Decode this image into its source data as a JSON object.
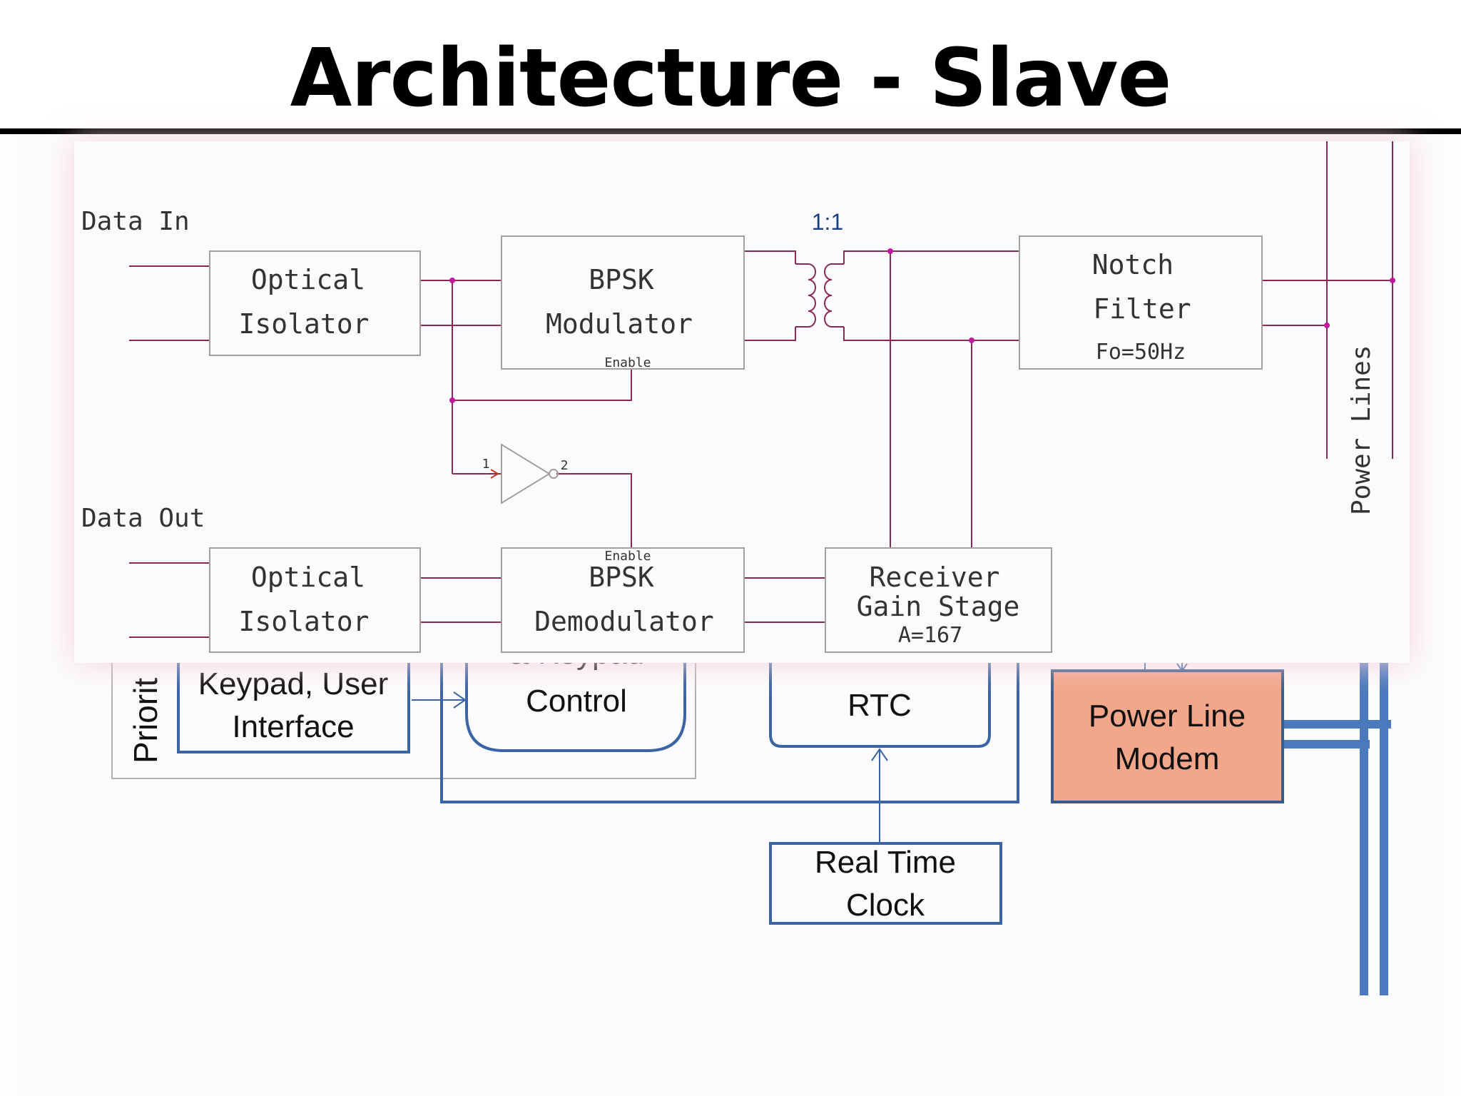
{
  "slide": {
    "title": "Architecture - Slave"
  },
  "background_diagram": {
    "priority_label": "Priorit",
    "keypad_box": {
      "line1": "Keypad, User",
      "line2": "Interface"
    },
    "keypad_control_box": {
      "line0": "& Keypad",
      "line1": "Control"
    },
    "rtc_box": {
      "label": "RTC"
    },
    "plm_box": {
      "line1": "Power Line",
      "line2": "Modem"
    },
    "real_time_clock_box": {
      "line1": "Real Time",
      "line2": "Clock"
    },
    "colors": {
      "blue": "#3a64a4",
      "bus": "#4a79bc",
      "plm_fill": "#f2a68a",
      "plm_border": "#385d8a"
    }
  },
  "schematic": {
    "data_in": "Data In",
    "data_out": "Data Out",
    "optical_isolator_top": {
      "line1": "Optical",
      "line2": "Isolator"
    },
    "optical_isolator_bottom": {
      "line1": "Optical",
      "line2": "Isolator"
    },
    "bpsk_modulator": {
      "line1": "BPSK",
      "line2": "Modulator",
      "enable": "Enable"
    },
    "bpsk_demodulator": {
      "line1": "BPSK",
      "line2": "Demodulator",
      "enable": "Enable"
    },
    "transformer_ratio": "1:1",
    "notch_filter": {
      "line1": "Notch",
      "line2": "Filter",
      "line3": "Fo=50Hz"
    },
    "receiver": {
      "line1": "Receiver",
      "line2": "Gain Stage",
      "line3": "A=167"
    },
    "inverter": {
      "pin1": "1",
      "pin2": "2"
    },
    "power_lines": "Power Lines",
    "colors": {
      "wire": "#8a2a52",
      "box_border": "#a0a0a0",
      "node": "#c2189f",
      "text": "#333333",
      "glow": "#f7d2d8"
    }
  }
}
